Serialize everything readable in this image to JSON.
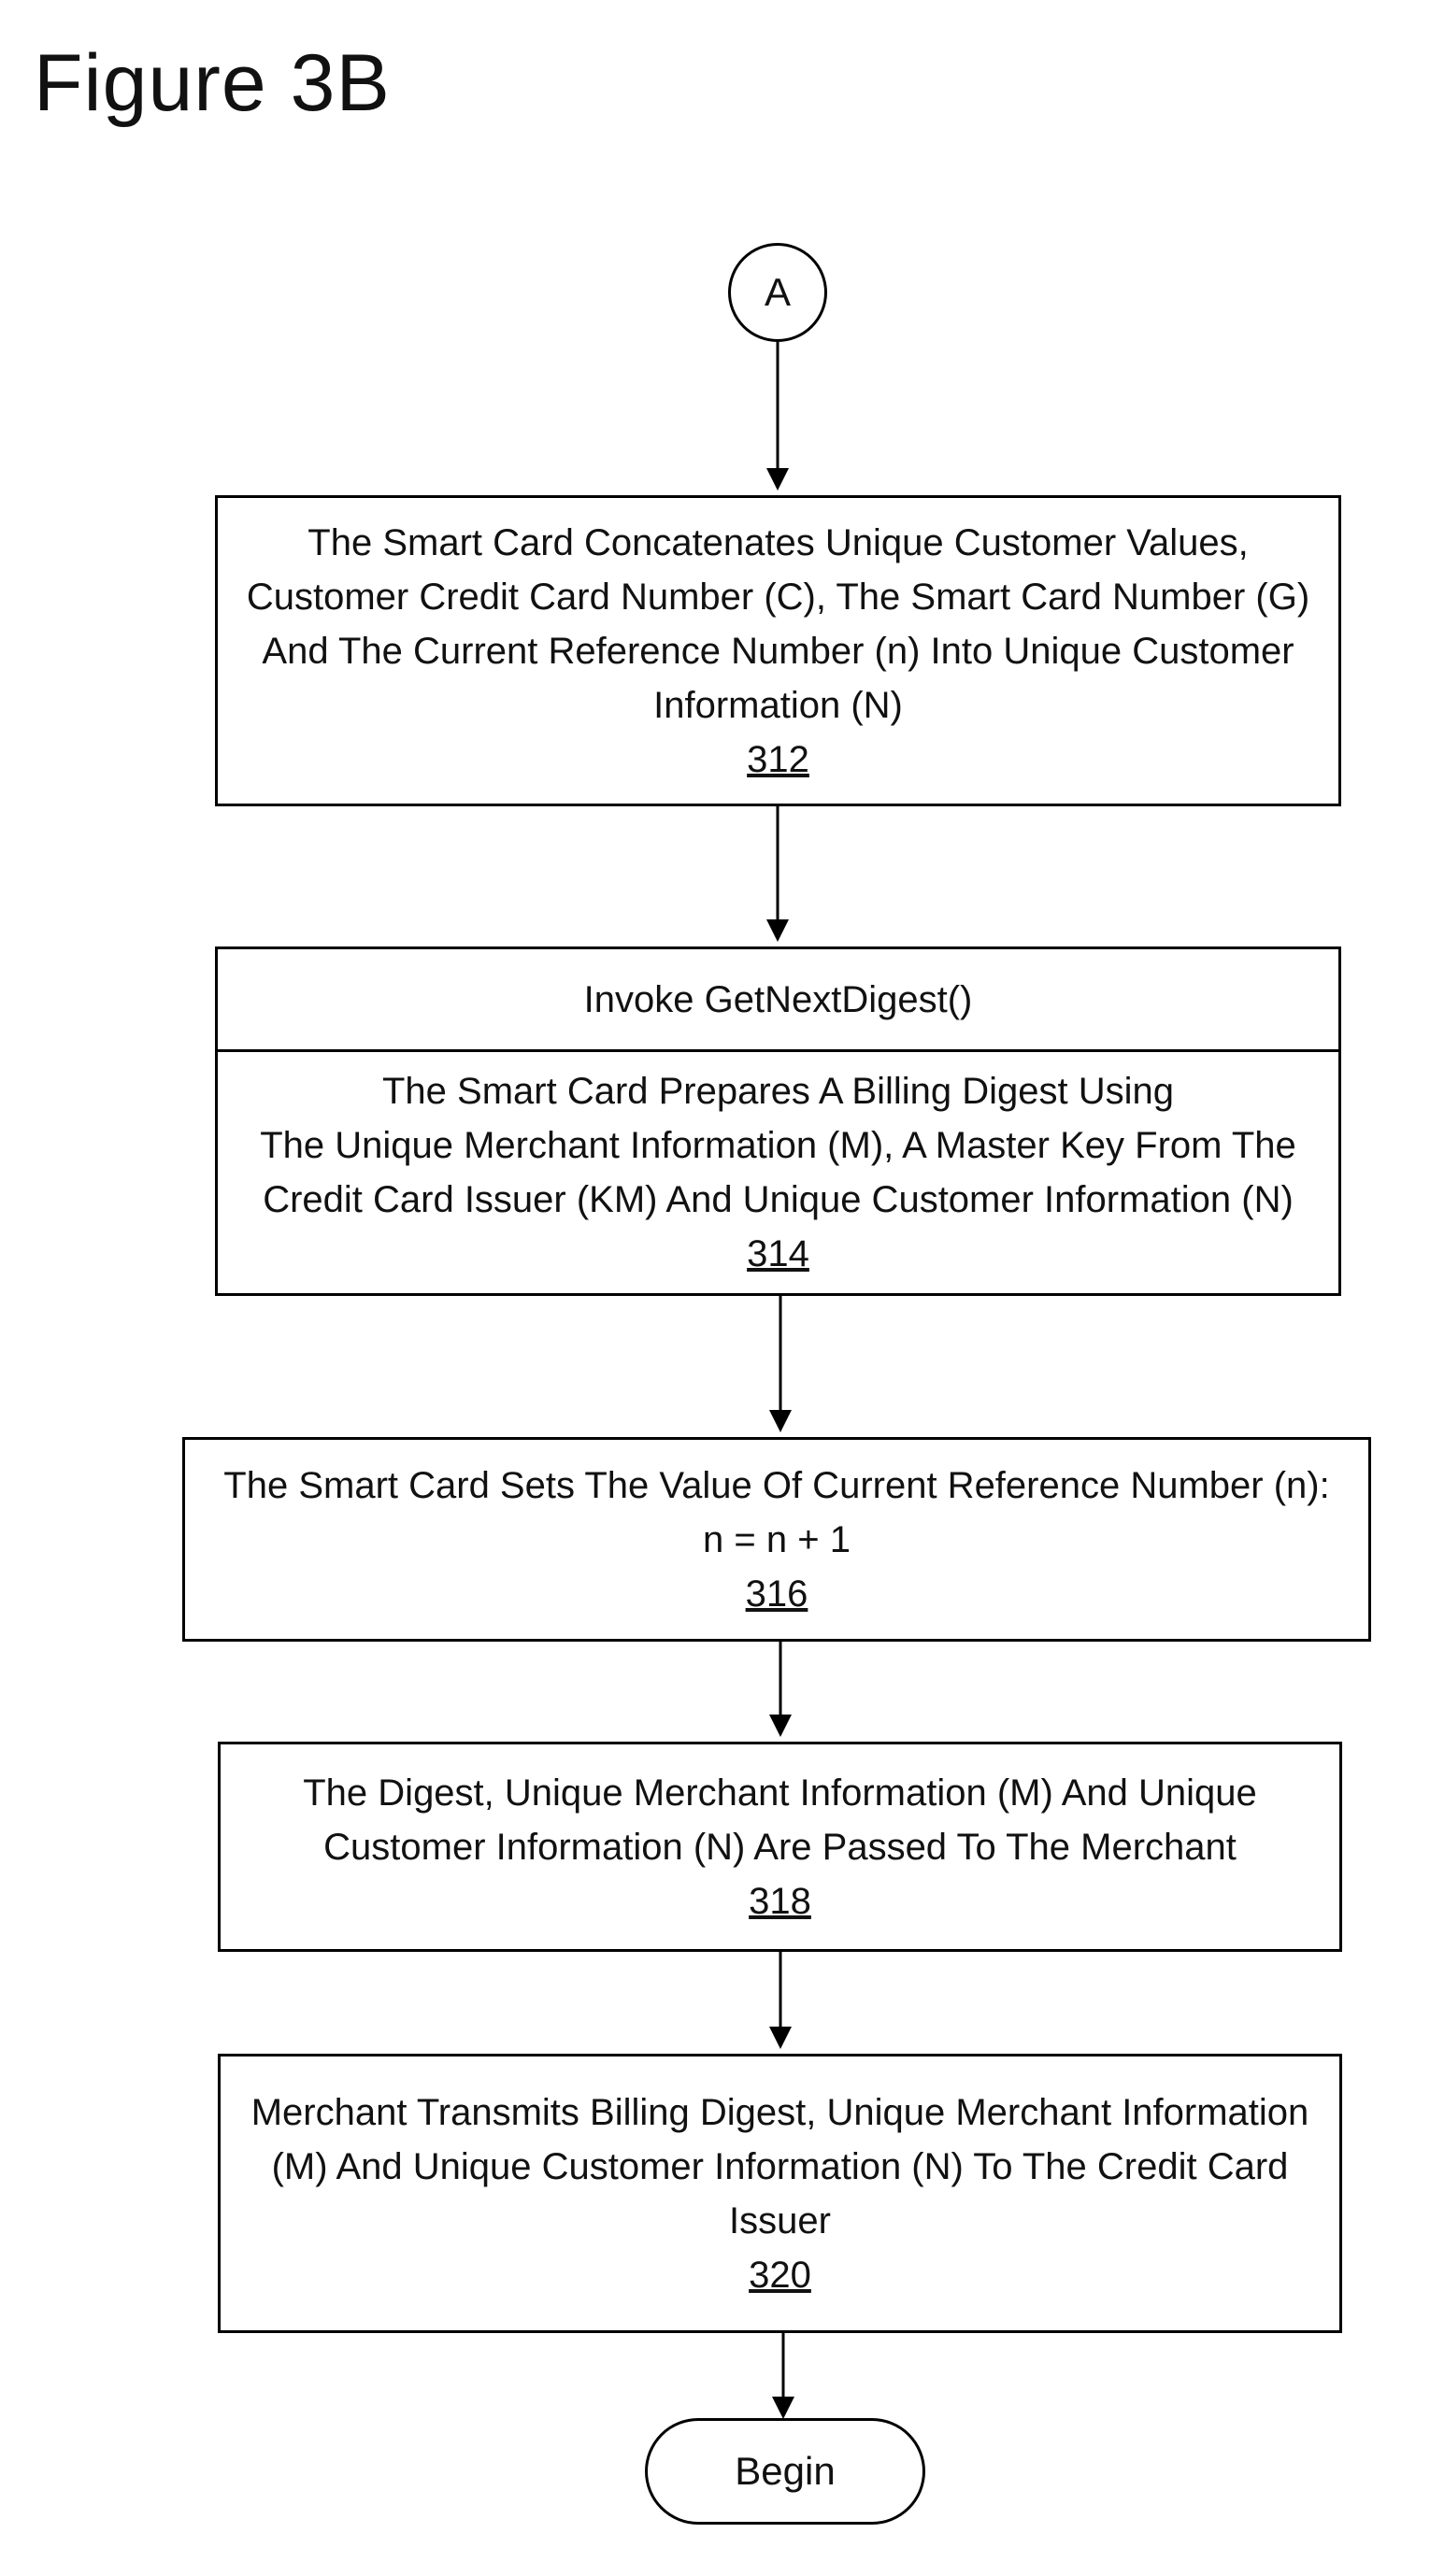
{
  "figure": {
    "title": "Figure 3B"
  },
  "start_connector": {
    "label": "A"
  },
  "steps": [
    {
      "id": "312",
      "lines": [
        "The Smart Card Concatenates Unique Customer Values,",
        "Customer Credit Card Number (C), The Smart Card Number (G)",
        "And The Current Reference Number (n) Into Unique Customer",
        "Information (N)"
      ],
      "ref": "312"
    },
    {
      "id": "314",
      "header": "Invoke GetNextDigest()",
      "lines": [
        "The Smart Card Prepares A Billing Digest Using",
        "The Unique Merchant Information (M), A Master Key From The",
        "Credit Card Issuer (KM) And Unique Customer Information (N)"
      ],
      "ref": "314"
    },
    {
      "id": "316",
      "lines": [
        "The Smart Card Sets The Value Of Current Reference Number (n):",
        "n = n + 1"
      ],
      "ref": "316"
    },
    {
      "id": "318",
      "lines": [
        "The Digest, Unique Merchant Information (M) And Unique",
        "Customer Information (N) Are Passed To The Merchant"
      ],
      "ref": "318"
    },
    {
      "id": "320",
      "lines": [
        "Merchant Transmits Billing Digest, Unique Merchant Information",
        "(M) And Unique Customer Information (N) To The Credit Card",
        "Issuer"
      ],
      "ref": "320"
    }
  ],
  "end_terminator": {
    "label": "Begin"
  }
}
